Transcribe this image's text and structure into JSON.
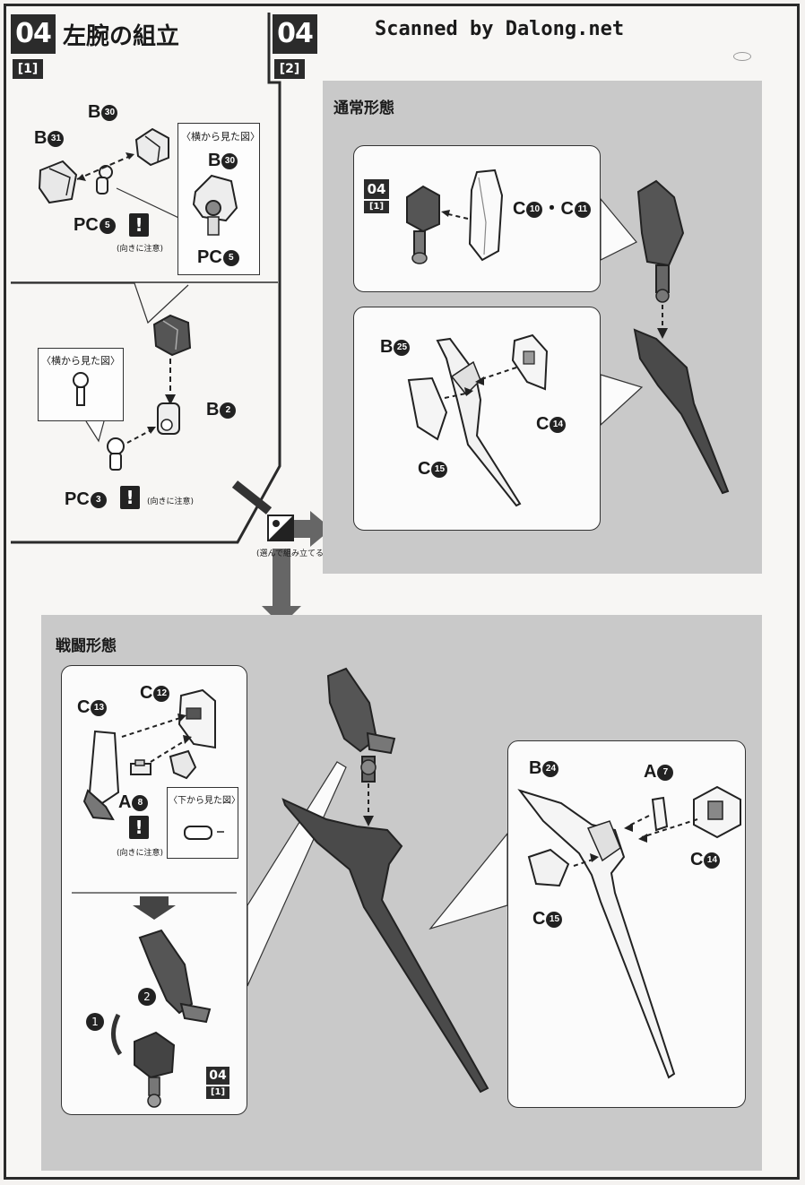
{
  "header": {
    "step_left": "04",
    "sub_left": "[1]",
    "title": "左腕の組立",
    "step_right": "04",
    "sub_right": "[2]",
    "scan_credit": "Scanned by Dalong.net"
  },
  "part1": {
    "b31": "B",
    "b31_num": "31",
    "b30": "B",
    "b30_num": "30",
    "pc5": "PC",
    "pc5_num": "5",
    "caution": "(向きに注意)",
    "side_view_caption": "〈横から見た図〉",
    "inset_b30": "B",
    "inset_b30_num": "30",
    "inset_pc5": "PC",
    "inset_pc5_num": "5"
  },
  "part1b": {
    "side_view_caption": "〈横から見た図〉",
    "b2": "B",
    "b2_num": "2",
    "pc3": "PC",
    "pc3_num": "3",
    "caution": "(向きに注意)"
  },
  "choice": {
    "caption": "(選んで組み立てる)"
  },
  "normal_mode": {
    "heading": "通常形態",
    "ref_step": "04",
    "ref_sub": "[1]",
    "c10": "C",
    "c10_num": "10",
    "sep": "・",
    "c11": "C",
    "c11_num": "11",
    "b25": "B",
    "b25_num": "25",
    "c14": "C",
    "c14_num": "14",
    "c15": "C",
    "c15_num": "15"
  },
  "battle_mode": {
    "heading": "戦闘形態",
    "c12": "C",
    "c12_num": "12",
    "c13": "C",
    "c13_num": "13",
    "a8": "A",
    "a8_num": "8",
    "caution": "(向きに注意)",
    "bottom_view_caption": "〈下から見た図〉",
    "step1": "1",
    "step2": "2",
    "ref_step": "04",
    "ref_sub": "[1]",
    "b24": "B",
    "b24_num": "24",
    "a7": "A",
    "a7_num": "7",
    "c14": "C",
    "c14_num": "14",
    "c15": "C",
    "c15_num": "15"
  },
  "colors": {
    "dark": "#2b2b2b",
    "panel_gray": "#c9c9c9",
    "part_dark": "#4a4a4a",
    "part_mid": "#8a8a8a",
    "part_light": "#ececec"
  }
}
